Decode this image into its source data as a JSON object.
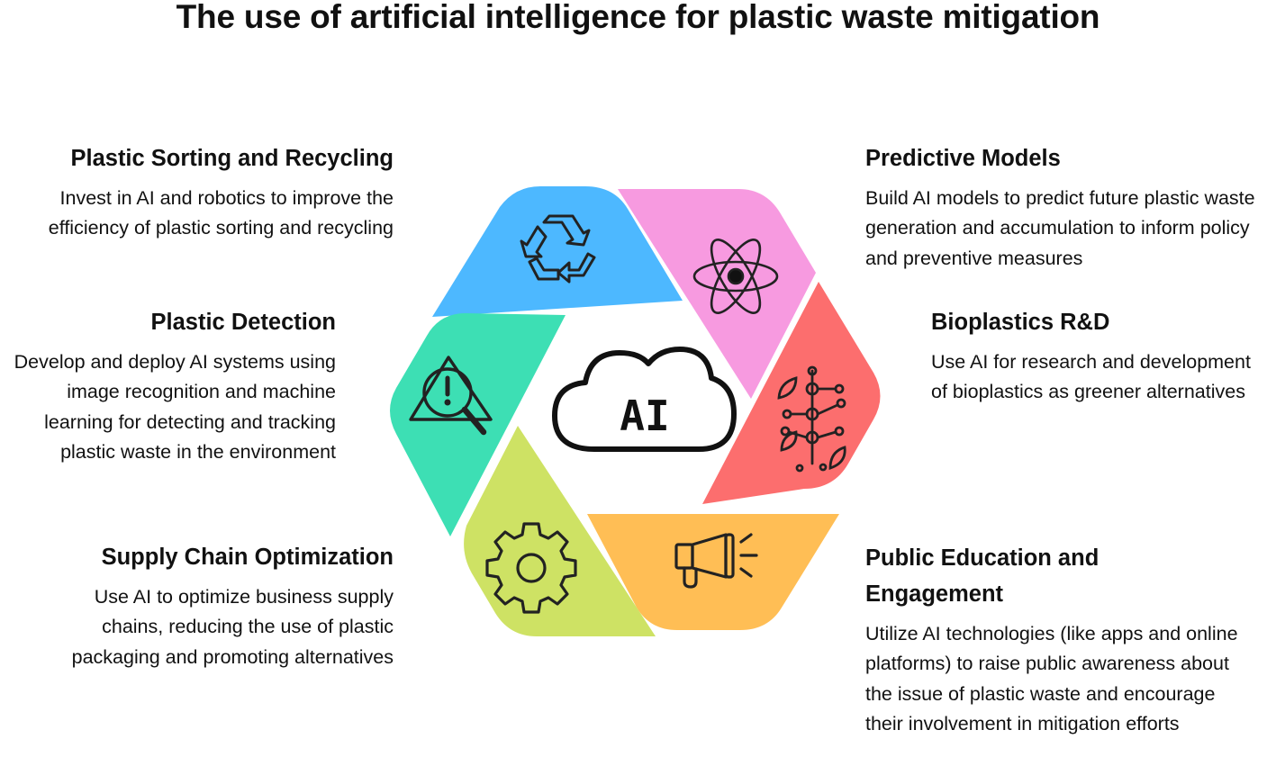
{
  "title": "The use of artificial intelligence for plastic waste mitigation",
  "center": {
    "label": "AI",
    "icon": "cloud-icon"
  },
  "segments": [
    {
      "id": "sorting",
      "heading": "Plastic Sorting and Recycling",
      "body": "Invest in AI and robotics to improve the efficiency of plastic sorting and recycling",
      "color": "#4db8ff",
      "icon": "recycle-icon"
    },
    {
      "id": "predictive",
      "heading": "Predictive Models",
      "body": "Build AI models to predict future plastic waste generation and accumulation to inform policy and preventive measures",
      "color": "#f79ae0",
      "icon": "atom-icon"
    },
    {
      "id": "bioplastics",
      "heading": "Bioplastics R&D",
      "body": "Use AI for research and development of bioplastics as greener alternatives",
      "color": "#fc6e6e",
      "icon": "molecule-leaf-icon"
    },
    {
      "id": "education",
      "heading": "Public Education and Engagement",
      "body": "Utilize AI technologies (like apps and online platforms) to raise public awareness about the issue of plastic waste and encourage their involvement in mitigation efforts",
      "color": "#ffbe55",
      "icon": "megaphone-icon"
    },
    {
      "id": "supply",
      "heading": "Supply Chain Optimization",
      "body": "Use AI to optimize business supply chains, reducing the use of plastic packaging and promoting alternatives",
      "color": "#cee264",
      "icon": "gear-icon"
    },
    {
      "id": "detection",
      "heading": "Plastic Detection",
      "body": "Develop and deploy AI systems using image recognition and machine learning for detecting and tracking plastic waste in the environment",
      "color": "#3ddfb4",
      "icon": "warning-magnifier-icon"
    }
  ]
}
